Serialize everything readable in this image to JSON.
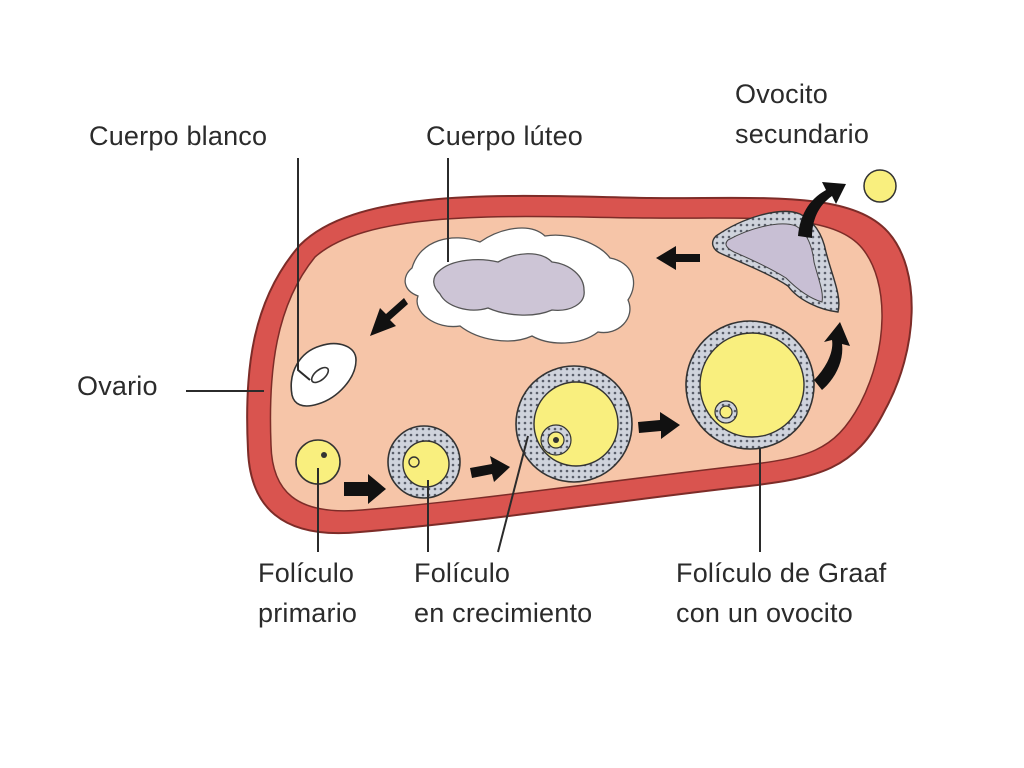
{
  "labels": {
    "cuerpo_blanco": "Cuerpo blanco",
    "cuerpo_luteo": "Cuerpo lúteo",
    "ovocito_secundario": [
      "Ovocito",
      "secundario"
    ],
    "ovario": "Ovario",
    "foliculo_primario": [
      "Folículo",
      "primario"
    ],
    "foliculo_crecimiento": [
      "Folículo",
      "en crecimiento"
    ],
    "foliculo_graaf": [
      "Folículo de Graaf",
      "con un ovocito"
    ]
  },
  "colors": {
    "ovary_wall": "#d9544f",
    "ovary_interior": "#f6c5a8",
    "follicle_yellow": "#f9ef7e",
    "granulosa": "#c9cdd6",
    "corpus_luteum_core": "#cdc5d6",
    "arrow": "#111111"
  }
}
